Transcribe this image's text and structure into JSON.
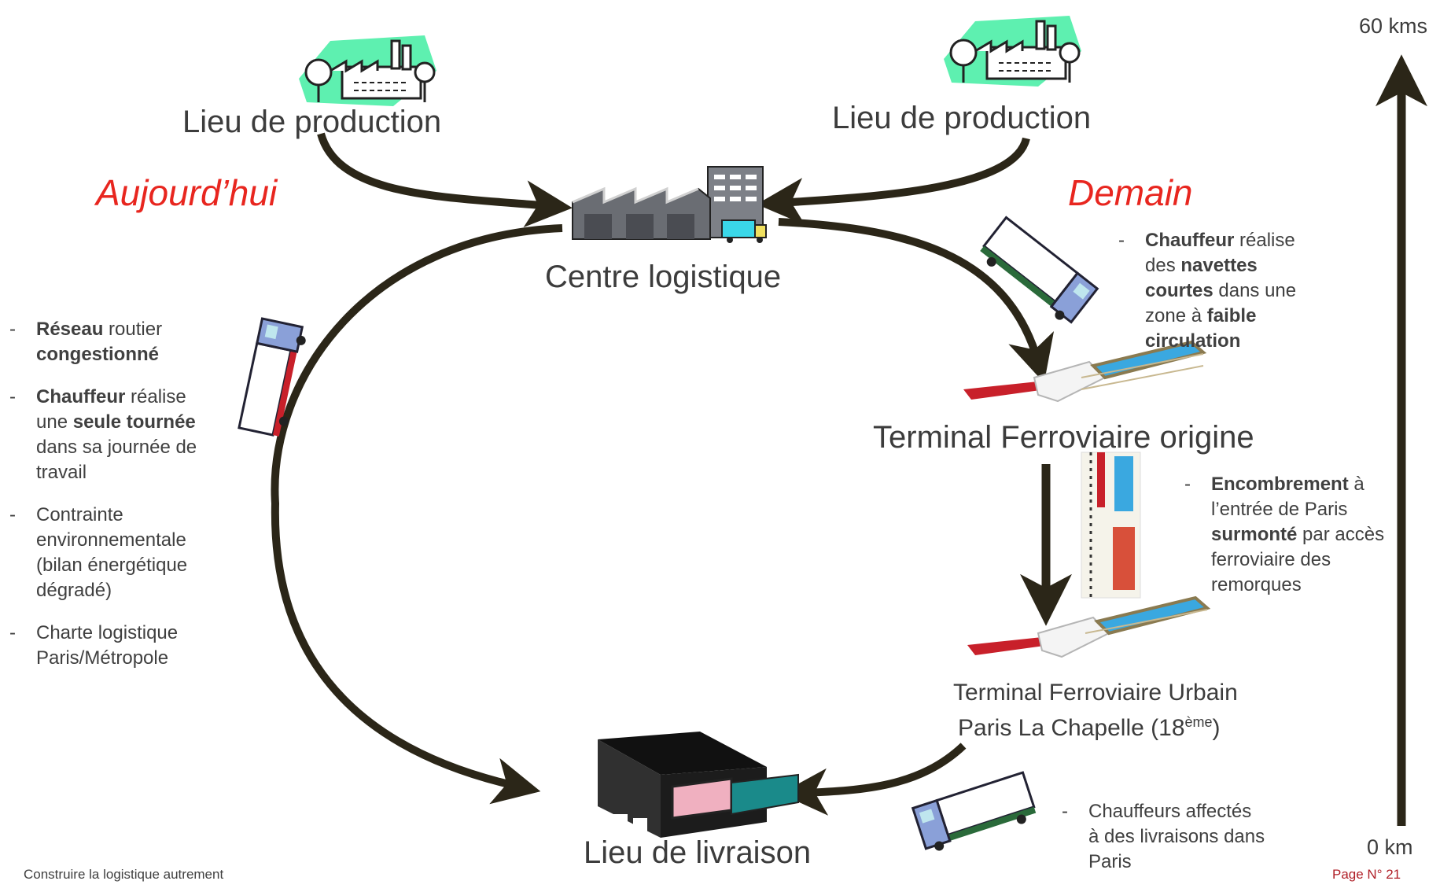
{
  "nodes": {
    "production_left": "Lieu de production",
    "production_right": "Lieu de production",
    "logistics_center": "Centre logistique",
    "rail_origin": "Terminal Ferroviaire origine",
    "rail_urban_line1": "Terminal Ferroviaire Urbain",
    "rail_urban_line2_pre": "Paris La Chapelle (18",
    "rail_urban_line2_sup": "ème",
    "rail_urban_line2_post": ")",
    "delivery": "Lieu de livraison"
  },
  "titles": {
    "today": "Aujourd’hui",
    "tomorrow": "Demain"
  },
  "scale": {
    "top": "60 kms",
    "bottom": "0 km"
  },
  "left_notes": [
    {
      "parts": [
        [
          "b",
          "Réseau"
        ],
        [
          "t",
          " routier "
        ],
        [
          "b",
          "congestionné"
        ]
      ]
    },
    {
      "parts": [
        [
          "b",
          "Chauffeur"
        ],
        [
          "t",
          " réalise une "
        ],
        [
          "b",
          "seule tournée"
        ],
        [
          "t",
          " dans sa journée de travail"
        ]
      ]
    },
    {
      "parts": [
        [
          "t",
          "Contrainte environnementale (bilan énergétique dégradé)"
        ]
      ]
    },
    {
      "parts": [
        [
          "t",
          "Charte logistique Paris/Métropole"
        ]
      ]
    }
  ],
  "right_top_note": {
    "parts": [
      [
        "b",
        "Chauffeur"
      ],
      [
        "t",
        " réalise des "
      ],
      [
        "b",
        "navettes courtes"
      ],
      [
        "t",
        " dans une zone à "
      ],
      [
        "b",
        "faible circulation"
      ]
    ]
  },
  "right_mid_note": {
    "parts": [
      [
        "b",
        "Encombrement"
      ],
      [
        "t",
        " à l’entrée de Paris "
      ],
      [
        "b",
        "surmonté"
      ],
      [
        "t",
        " par accès ferroviaire des remorques"
      ]
    ]
  },
  "right_bottom_note": {
    "parts": [
      [
        "t",
        "Chauffeurs affectés à des livraisons dans Paris"
      ]
    ]
  },
  "footer": {
    "left": "Construire la logistique autrement",
    "right": "Page N° 21"
  },
  "colors": {
    "arrow": "#2b2618",
    "title_red": "#e8261f",
    "factory_green": "#5ef0b0",
    "truck_blue": "#8aa0d8",
    "rail_blue": "#3aa8e0",
    "trailer_red": "#c8202a"
  }
}
